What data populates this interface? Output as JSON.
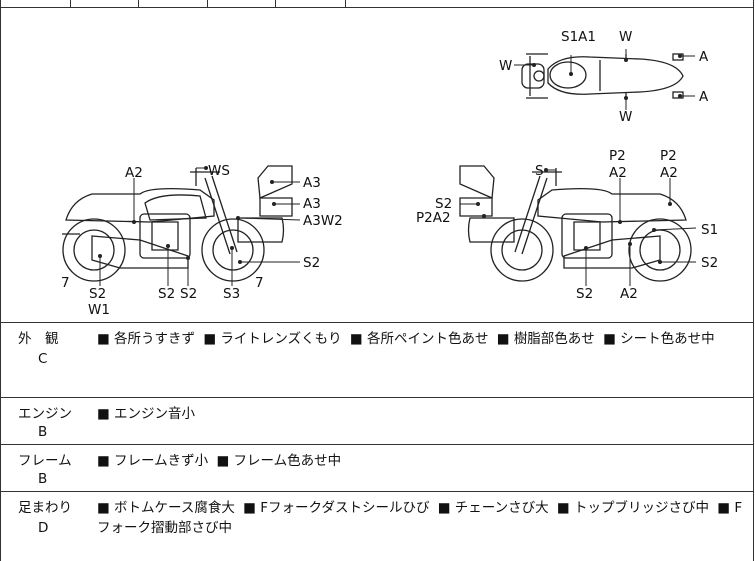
{
  "top_row": {
    "fragment": "…/"
  },
  "diagram": {
    "labels": {
      "top_s1a1": "S1A1",
      "top_w_left": "W",
      "top_w_upper": "W",
      "top_w_lower": "W",
      "top_a_upper": "A",
      "top_a_lower": "A",
      "left_a2": "A2",
      "left_ws": "WS",
      "left_a3_1": "A3",
      "left_a3_2": "A3",
      "left_a3w2": "A3W2",
      "left_s2_right": "S2",
      "left_7_left": "7",
      "left_7_right": "7",
      "left_s2_bl": "S2",
      "left_w1": "W1",
      "left_s2_mid1": "S2",
      "left_s2_mid2": "S2",
      "left_s3": "S3",
      "right_s": "S",
      "right_p2_1": "P2",
      "right_a2_1": "A2",
      "right_p2_2": "P2",
      "right_a2_2": "A2",
      "right_s2_left": "S2",
      "right_p2a2": "P2A2",
      "right_s1": "S1",
      "right_s2_right": "S2",
      "right_s2_bottom": "S2",
      "right_a2_bottom": "A2"
    }
  },
  "rows": [
    {
      "category": "外　観",
      "grade": "C",
      "items": [
        "各所うすきず",
        "ライトレンズくもり",
        "各所ペイント色あせ",
        "樹脂部色あせ",
        "シート色あせ中"
      ]
    },
    {
      "category": "エンジン",
      "grade": "B",
      "items": [
        "エンジン音小"
      ]
    },
    {
      "category": "フレーム",
      "grade": "B",
      "items": [
        "フレームきず小",
        "フレーム色あせ中"
      ]
    },
    {
      "category": "足まわり",
      "grade": "D",
      "items": [
        "ボトムケース腐食大",
        "Fフォークダストシールひび",
        "チェーンさび大",
        "トップブリッジさび中",
        "Fフォーク摺動部さび中"
      ]
    }
  ]
}
